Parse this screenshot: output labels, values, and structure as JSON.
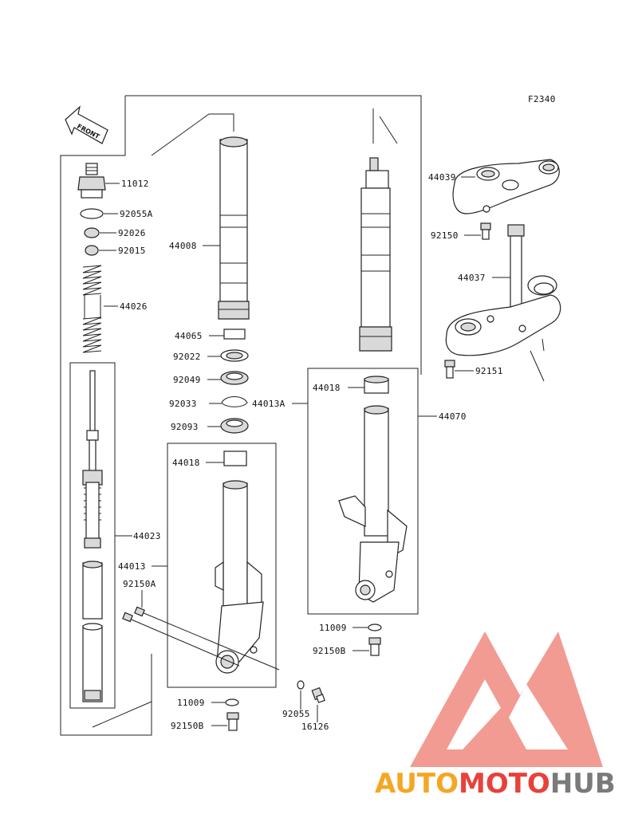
{
  "diagram": {
    "code": "F2340",
    "front_label": "FRONT",
    "labels": [
      {
        "id": "p11012",
        "text": "11012"
      },
      {
        "id": "p92055A",
        "text": "92055A"
      },
      {
        "id": "p92026",
        "text": "92026"
      },
      {
        "id": "p92015",
        "text": "92015"
      },
      {
        "id": "p44026",
        "text": "44026"
      },
      {
        "id": "p44008",
        "text": "44008"
      },
      {
        "id": "p44065",
        "text": "44065"
      },
      {
        "id": "p92022",
        "text": "92022"
      },
      {
        "id": "p92049",
        "text": "92049"
      },
      {
        "id": "p92033",
        "text": "92033"
      },
      {
        "id": "p44013A",
        "text": "44013A"
      },
      {
        "id": "p92093",
        "text": "92093"
      },
      {
        "id": "p44018a",
        "text": "44018"
      },
      {
        "id": "p44018b",
        "text": "44018"
      },
      {
        "id": "p44023",
        "text": "44023"
      },
      {
        "id": "p44013",
        "text": "44013"
      },
      {
        "id": "p92150A",
        "text": "92150A"
      },
      {
        "id": "p44039",
        "text": "44039"
      },
      {
        "id": "p92150",
        "text": "92150"
      },
      {
        "id": "p44037",
        "text": "44037"
      },
      {
        "id": "p92151",
        "text": "92151"
      },
      {
        "id": "p44070",
        "text": "44070"
      },
      {
        "id": "p11009a",
        "text": "11009"
      },
      {
        "id": "p92150B",
        "text": "92150B"
      },
      {
        "id": "p11009b",
        "text": "11009"
      },
      {
        "id": "p92150Bb",
        "text": "92150B"
      },
      {
        "id": "p92055",
        "text": "92055"
      },
      {
        "id": "p16126",
        "text": "16126"
      }
    ]
  },
  "watermark": {
    "part1": "AUTO",
    "part2": "MOTO",
    "part3": "HUB",
    "color_orange": "#f5a623",
    "color_red": "#e8413c",
    "color_gray": "#7a7a7a",
    "color_triangle": "#f08a80"
  }
}
